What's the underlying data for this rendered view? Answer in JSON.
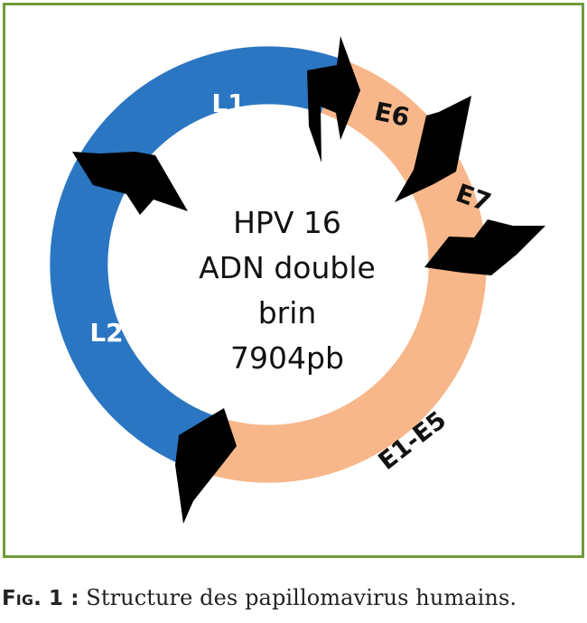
{
  "diagram": {
    "center_lines": [
      "HPV 16",
      "ADN double",
      "brin",
      "7904pb"
    ],
    "segments": {
      "l1": "L1",
      "l2": "L2",
      "e6": "E6",
      "e7": "E7",
      "e1e5": "E1-E5"
    },
    "colors": {
      "late_genes": "#2b76c2",
      "early_genes": "#f8b78a",
      "arrows": "#000000",
      "frame": "#6f9a3a"
    }
  },
  "caption": {
    "label": "Fig. 1 :",
    "text": "Structure des papillomavirus humains."
  }
}
